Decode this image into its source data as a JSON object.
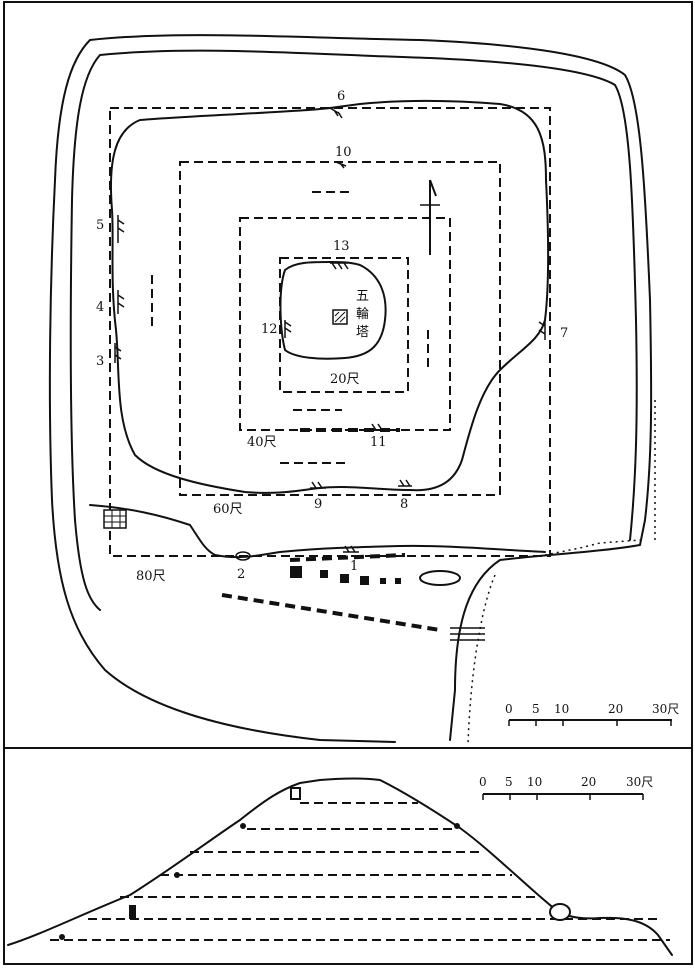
{
  "plan": {
    "sites": [
      "1",
      "2",
      "3",
      "4",
      "5",
      "6",
      "7",
      "8",
      "9",
      "10",
      "11",
      "12",
      "13"
    ],
    "ring_labels": [
      "20尺",
      "40尺",
      "60尺",
      "80尺"
    ],
    "tower_label": [
      "五",
      "輪",
      "塔"
    ]
  },
  "scale_bar": {
    "ticks": [
      "0",
      "5",
      "10",
      "20",
      "30尺"
    ]
  },
  "section": {
    "scale_ticks": [
      "0",
      "5",
      "10",
      "20",
      "30尺"
    ]
  }
}
